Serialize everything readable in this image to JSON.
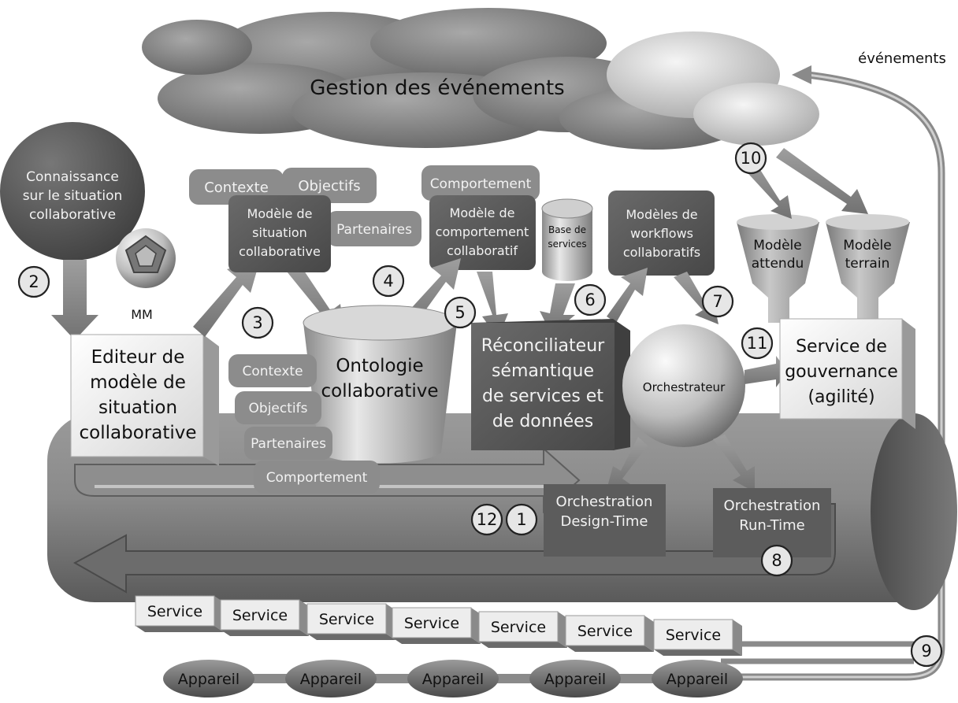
{
  "cloud_title": "Gestion des événements",
  "events_label": "événements",
  "knowledge": [
    "Connaissance",
    "sur le situation",
    "collaborative"
  ],
  "mm_label": "MM",
  "editor": [
    "Editeur de",
    "modèle de",
    "situation",
    "collaborative"
  ],
  "top_tags": {
    "contexte": "Contexte",
    "objectifs": "Objectifs",
    "partenaires": "Partenaires",
    "comportement": "Comportement"
  },
  "model_situation": [
    "Modèle de",
    "situation",
    "collaborative"
  ],
  "model_comportement": [
    "Modèle de",
    "comportement",
    "collaboratif"
  ],
  "base_services": [
    "Base de",
    "services"
  ],
  "model_workflows": [
    "Modèles de",
    "workflows",
    "collaboratifs"
  ],
  "model_attendu": [
    "Modèle",
    "attendu"
  ],
  "model_terrain": [
    "Modèle",
    "terrain"
  ],
  "ontology": [
    "Ontologie",
    "collaborative"
  ],
  "ontology_tags": [
    "Contexte",
    "Objectifs",
    "Partenaires",
    "Comportement"
  ],
  "reconciliateur": [
    "Réconciliateur",
    "sémantique",
    "de services et",
    "de données"
  ],
  "orchestrateur": "Orchestrateur",
  "gouvernance": [
    "Service de",
    "gouvernance",
    "(agilité)"
  ],
  "design_time": [
    "Orchestration",
    "Design-Time"
  ],
  "run_time": [
    "Orchestration",
    "Run-Time"
  ],
  "services": [
    "Service",
    "Service",
    "Service",
    "Service",
    "Service",
    "Service",
    "Service"
  ],
  "devices": [
    "Appareil",
    "Appareil",
    "Appareil",
    "Appareil",
    "Appareil"
  ],
  "step_numbers": [
    "1",
    "2",
    "3",
    "4",
    "5",
    "6",
    "7",
    "8",
    "9",
    "10",
    "11",
    "12"
  ],
  "colors": {
    "dark_box": "#5a5a5a",
    "light_box": "#f0f0f0",
    "tag": "#8c8c8c",
    "pipe": "#7a7a7a",
    "cloud": "#7d7d7d"
  }
}
